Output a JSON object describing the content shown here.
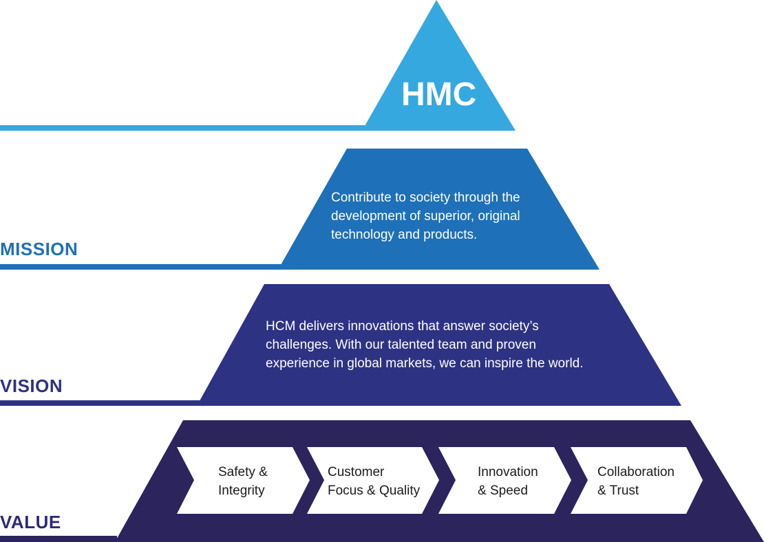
{
  "colors": {
    "top": "#35a8e0",
    "mission": "#1e70b8",
    "vision": "#2e3283",
    "value": "#2c245c"
  },
  "top": {
    "title": "HMC"
  },
  "mission": {
    "label": "MISSION",
    "lines": [
      "Contribute to society through the",
      "development of superior, original",
      "technology and products."
    ]
  },
  "vision": {
    "label": "VISION",
    "lines": [
      "HCM delivers innovations that answer society’s",
      "challenges. With our talented team and proven",
      "experience in global markets, we can inspire the world."
    ]
  },
  "value": {
    "label": "VALUE",
    "items": [
      {
        "lines": [
          "Safety &",
          "Integrity"
        ]
      },
      {
        "lines": [
          "Customer",
          "Focus & Quality"
        ]
      },
      {
        "lines": [
          "Innovation",
          "& Speed"
        ]
      },
      {
        "lines": [
          "Collaboration",
          "& Trust"
        ]
      }
    ]
  }
}
